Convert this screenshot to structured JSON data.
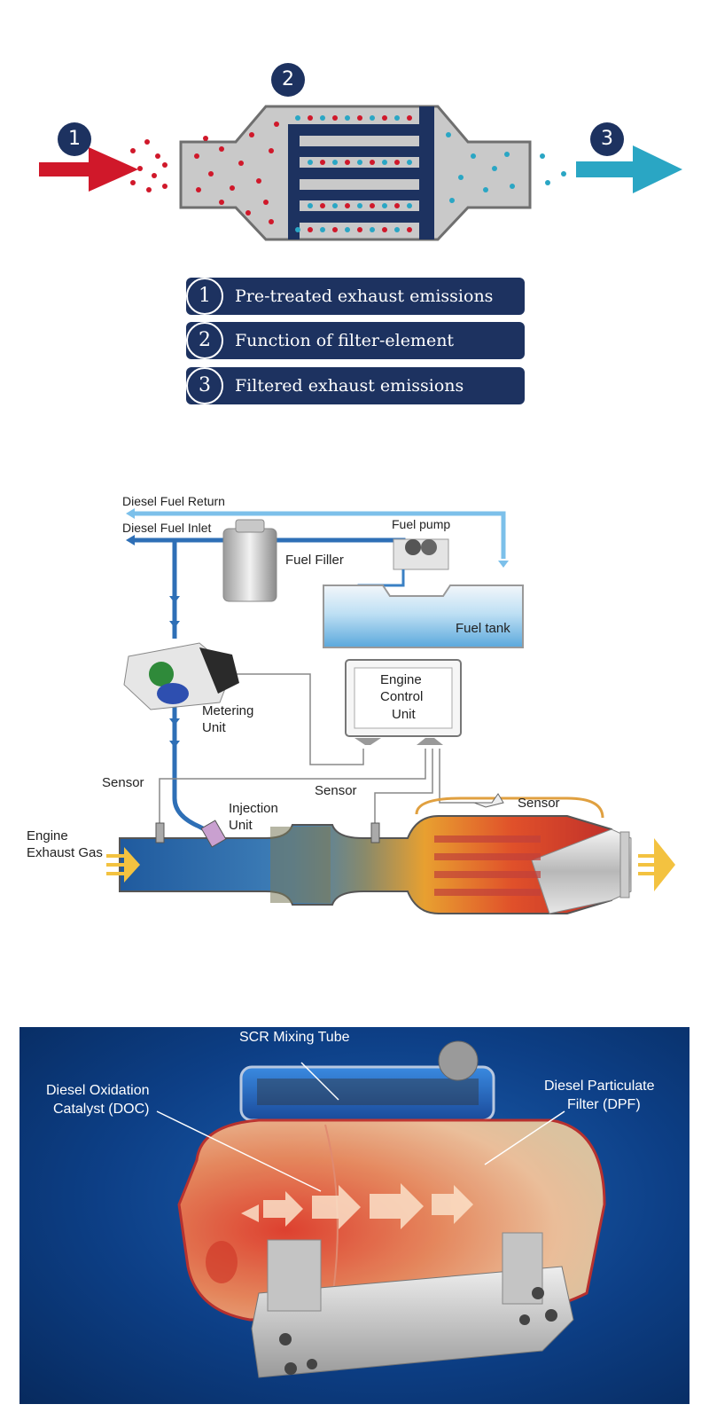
{
  "filter_diagram": {
    "badges": [
      "1",
      "2",
      "3"
    ],
    "legend": [
      {
        "num": "1",
        "text": "Pre-treated exhaust emissions"
      },
      {
        "num": "2",
        "text": "Function of filter-element"
      },
      {
        "num": "3",
        "text": "Filtered exhaust emissions"
      }
    ],
    "colors": {
      "navy": "#1d3260",
      "red": "#d0182a",
      "teal": "#2aa6c4",
      "body_gray": "#c9c9c9"
    }
  },
  "scr_diagram": {
    "labels": {
      "diesel_fuel_return": "Diesel Fuel Return",
      "diesel_fuel_inlet": "Diesel Fuel Inlet",
      "fuel_pump": "Fuel pump",
      "fuel_filler": "Fuel Filler",
      "fuel_tank": "Fuel tank",
      "ecu_line1": "Engine",
      "ecu_line2": "Control",
      "ecu_line3": "Unit",
      "metering_line1": "Metering",
      "metering_line2": "Unit",
      "sensor_left": "Sensor",
      "sensor_mid": "Sensor",
      "sensor_right": "Sensor",
      "injection_line1": "Injection",
      "injection_line2": "Unit",
      "exhaust_line1": "Engine",
      "exhaust_line2": "Exhaust Gas"
    }
  },
  "aftertreatment_photo": {
    "labels": {
      "scr_mixing_tube": "SCR Mixing Tube",
      "doc_line1": "Diesel Oxidation",
      "doc_line2": "Catalyst (DOC)",
      "dpf_line1": "Diesel Particulate",
      "dpf_line2": "Filter (DPF)"
    },
    "colors": {
      "background": "#0d3f86",
      "hot": "#e8502a",
      "warm": "#f3b58a"
    }
  }
}
